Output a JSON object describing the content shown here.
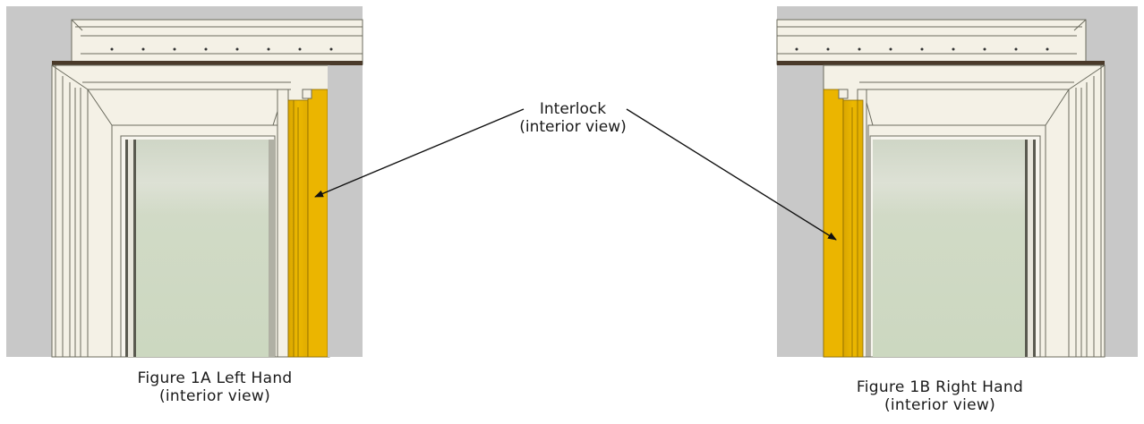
{
  "callout": {
    "title": "Interlock",
    "subtitle": "(interior view)"
  },
  "figure_a": {
    "caption_line1": "Figure 1A Left Hand",
    "caption_line2": "(interior view)",
    "side": "left"
  },
  "figure_b": {
    "caption_line1": "Figure 1B Right Hand",
    "caption_line2": "(interior view)",
    "side": "right"
  },
  "colors": {
    "wall": "#c8c8c8",
    "frame": "#f4f1e6",
    "frame_line": "#6b6b5e",
    "glass": "#d3dcc8",
    "interlock": "#e8b400",
    "trim_dark": "#4a3a2a"
  }
}
